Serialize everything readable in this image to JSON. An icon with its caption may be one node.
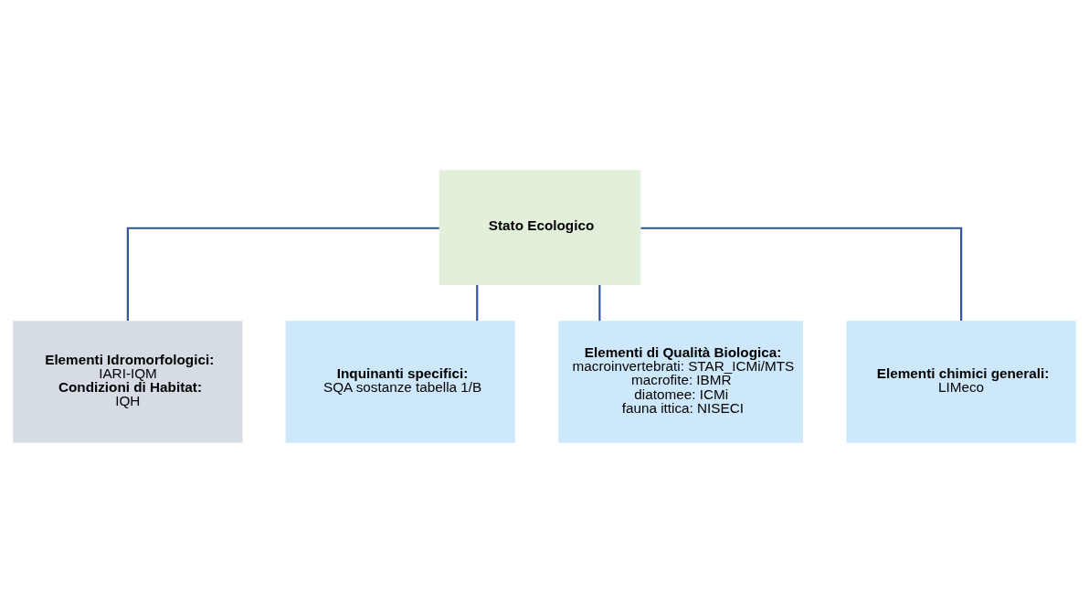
{
  "diagram": {
    "nodes": [
      {
        "text": [
          "Stato Ecologico"
        ]
      },
      {
        "text": [
          "Elementi Idromorfologici:",
          "IARI-IQM",
          "Condizioni di Habitat:",
          "IQH"
        ]
      },
      {
        "text": [
          "Inquinanti specifici:",
          "SQA sostanze tabella 1/B"
        ]
      },
      {
        "text": [
          "Elementi di Qualità Biologica:",
          "macroinvertebrati: STAR_ICMi/MTS",
          "macrofite: IBMR",
          "diatomee: ICMi",
          "fauna ittica: NISECI"
        ]
      },
      {
        "text": [
          "Elementi chimici generali:",
          "LIMeco"
        ]
      }
    ],
    "edges": [
      {
        "from": 0,
        "to": 1,
        "arrow": "none"
      },
      {
        "from": 0,
        "to": 2,
        "arrow": "none"
      },
      {
        "from": 0,
        "to": 3,
        "arrow": "none"
      },
      {
        "from": 0,
        "to": 4,
        "arrow": "none"
      }
    ]
  }
}
